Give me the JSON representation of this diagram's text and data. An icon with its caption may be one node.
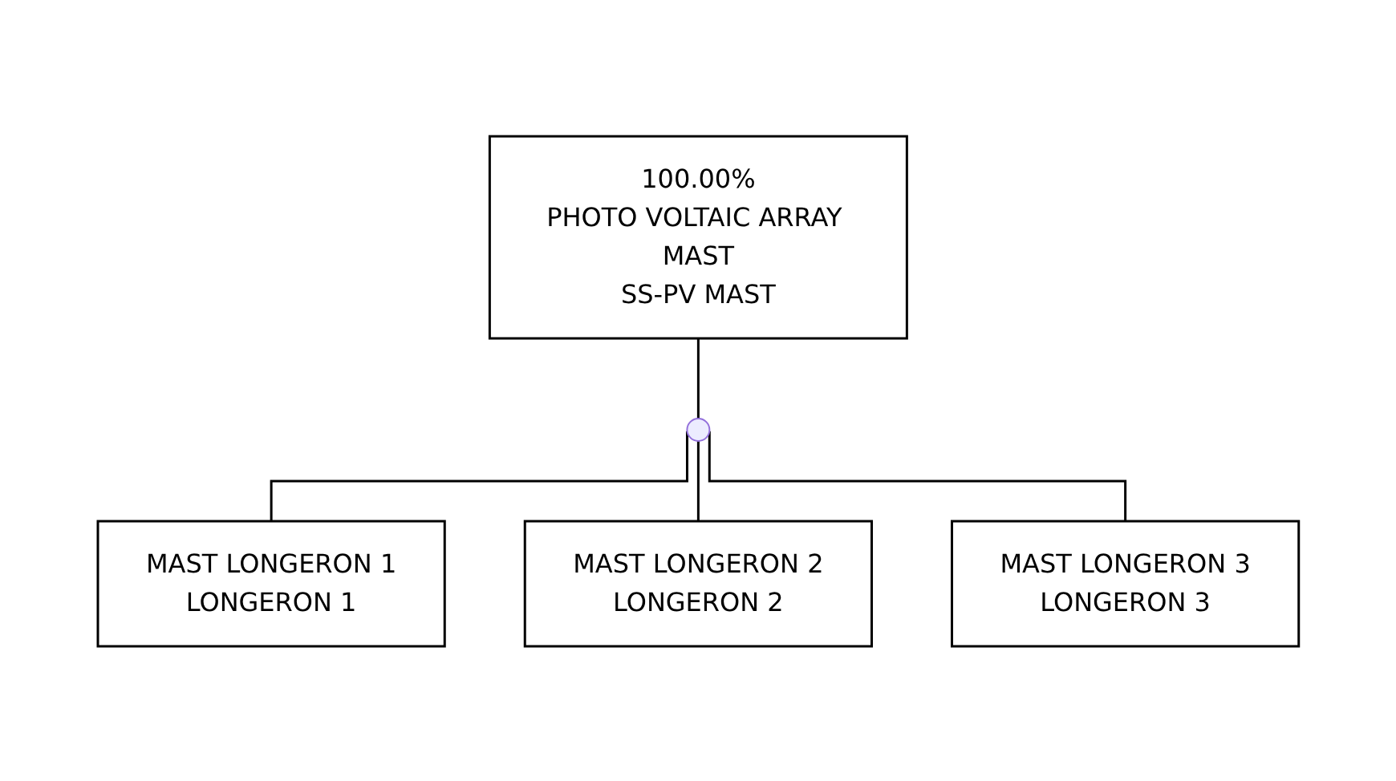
{
  "diagram": {
    "nodes": [
      {
        "text": [
          "100.00%",
          "PHOTO VOLTAIC ARRAY MAST",
          "SS-PV MAST"
        ]
      },
      {
        "text": [],
        "shape": "gate"
      },
      {
        "text": [
          "MAST LONGERON 1",
          "LONGERON 1"
        ]
      },
      {
        "text": [
          "MAST LONGERON 2",
          "LONGERON 2"
        ]
      },
      {
        "text": [
          "MAST LONGERON 3",
          "LONGERON 3"
        ]
      }
    ],
    "edges": [
      {
        "from": 0,
        "to": 1,
        "arrow": "none"
      },
      {
        "from": 1,
        "to": 2,
        "arrow": "none"
      },
      {
        "from": 1,
        "to": 3,
        "arrow": "none"
      },
      {
        "from": 1,
        "to": 4,
        "arrow": "none"
      }
    ]
  }
}
